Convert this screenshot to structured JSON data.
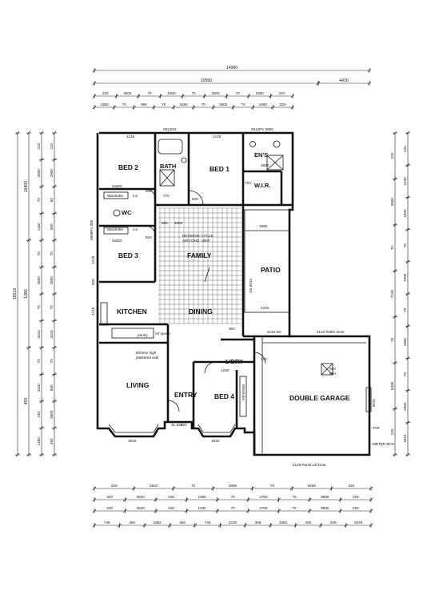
{
  "rooms": {
    "bed2": "BED 2",
    "bath": "BATH",
    "bed1": "BED 1",
    "ens": "EN'S",
    "wir": "W.I.R.",
    "wc": "WC",
    "bed3": "BED 3",
    "family": "FAMILY",
    "patio": "PATIO",
    "kitchen": "KITCHEN",
    "dining": "DINING",
    "living": "LIVING",
    "entry": "ENTRY",
    "bed4": "BED 4",
    "ldry": "L'DRY",
    "garage": "DOUBLE GARAGE"
  },
  "notes": {
    "wardrobe1": "Wardrobe",
    "lin1": "Lin",
    "wardrobe2": "Wardrobe",
    "lin2": "Lin",
    "wardrobe_v": "Wardrobe",
    "bed2_size": "2x600",
    "bed3_size": "2x600",
    "reverse_cycle_1": "REVERSE CYCLE",
    "reverse_cycle_2": "AIRCOND. UNIT",
    "pantry": "pantry",
    "ref_space": "ref space",
    "wall_note_1": "800mm high",
    "wall_note_2": "plastered wall",
    "sl_820": "SL 820",
    "roller_door": "2124 Roller Door",
    "panel_door": "2148 Panel Lift Door",
    "tap": "TAP",
    "meter_box": "METER BOX",
    "manhole_1": "560",
    "manhole_2": "M.H.",
    "patio_sd": "2148 SD",
    "sd_2115": "2115 SD",
    "top_pv_1": "0912DS",
    "top_pv_2": "0912PV 0850",
    "bed3_window": "0906PV 085",
    "n1218a": "1218",
    "n1218b": "1218",
    "n1218c": "1218",
    "n1218d": "1218",
    "n1990": "1990",
    "n2240": "2240",
    "n1815a": "1815",
    "n1815b": "1815",
    "n1230": "1230",
    "n1215": "1215",
    "n1000": "1000",
    "n770": "770",
    "n820a": "820",
    "n820b": "820",
    "n820c": "820",
    "n820d": "820",
    "n720a": "720",
    "n720b": "720",
    "n800": "800",
    "n350": "350",
    "n500": "500",
    "n1800": "1800"
  },
  "dims_top": {
    "overall": "14980",
    "r1a": "10550",
    "r1b": "4430",
    "r2": [
      "220",
      "3000",
      "70",
      "1800",
      "70",
      "3300",
      "70",
      "1800",
      "220"
    ],
    "r3": [
      "1380",
      "70",
      "950",
      "70",
      "1800",
      "70",
      "3300",
      "70",
      "1800",
      "220"
    ]
  },
  "dims_bottom": {
    "r1": [
      "220",
      "3810",
      "70",
      "3990",
      "70",
      "8450",
      "220"
    ],
    "r2": [
      "220",
      "3640",
      "240",
      "1360",
      "70",
      "2760",
      "70",
      "5800",
      "220"
    ],
    "r3": [
      "220",
      "3640",
      "240",
      "1230",
      "70",
      "2760",
      "70",
      "5800",
      "220"
    ],
    "r4": [
      "749",
      "450",
      "1882",
      "450",
      "749",
      "1230",
      "309",
      "1882",
      "450",
      "539",
      "8240"
    ]
  },
  "dims_left": {
    "overall": "18210",
    "r1": [
      "16400",
      "1380",
      "450"
    ],
    "r2": [
      "220",
      "2800",
      "70",
      "1150",
      "70",
      "2800",
      "70",
      "3310",
      "70",
      "4320",
      "240",
      "1380"
    ],
    "r3": [
      "220",
      "2900",
      "60",
      "900",
      "70",
      "2800",
      "70",
      "3310",
      "70",
      "800",
      "3900",
      "450"
    ]
  },
  "dims_right": {
    "r1": [
      "220",
      "3900",
      "70",
      "7100",
      "70",
      "8200",
      "220"
    ],
    "r2": [
      "220",
      "2130",
      "1800",
      "70",
      "7400",
      "70",
      "1500",
      "70",
      "2050",
      "1810"
    ]
  }
}
